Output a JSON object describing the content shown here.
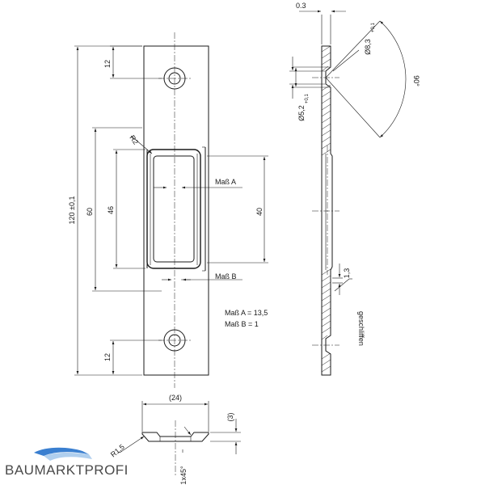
{
  "front_view": {
    "overall_height": "120 ±0,1",
    "inner_length": "60",
    "slot_height": "46",
    "hole_offset_top": "12",
    "hole_offset_bottom": "12",
    "radius": "R2",
    "mass_a_label": "Maß A",
    "mass_b_label": "Maß B",
    "slot_inner_height": "40",
    "mass_a_value": "Maß A = 13,5",
    "mass_b_value": "Maß B = 1"
  },
  "side_view": {
    "thickness": "0.3",
    "countersink_dia": "Ø8,3",
    "countersink_tol": "+0,1",
    "hole_dia": "Ø5,2",
    "hole_tol": "+0,1",
    "angle": "90°",
    "ground_depth": "1,3",
    "ground_label": "geschliffen"
  },
  "bottom_view": {
    "width": "(24)",
    "height": "(3)",
    "radius": "R1,5",
    "chamfer": "1x45°"
  },
  "brand": {
    "name": "BAUMARKTPROFI",
    "accent": "#3a7fd0"
  }
}
